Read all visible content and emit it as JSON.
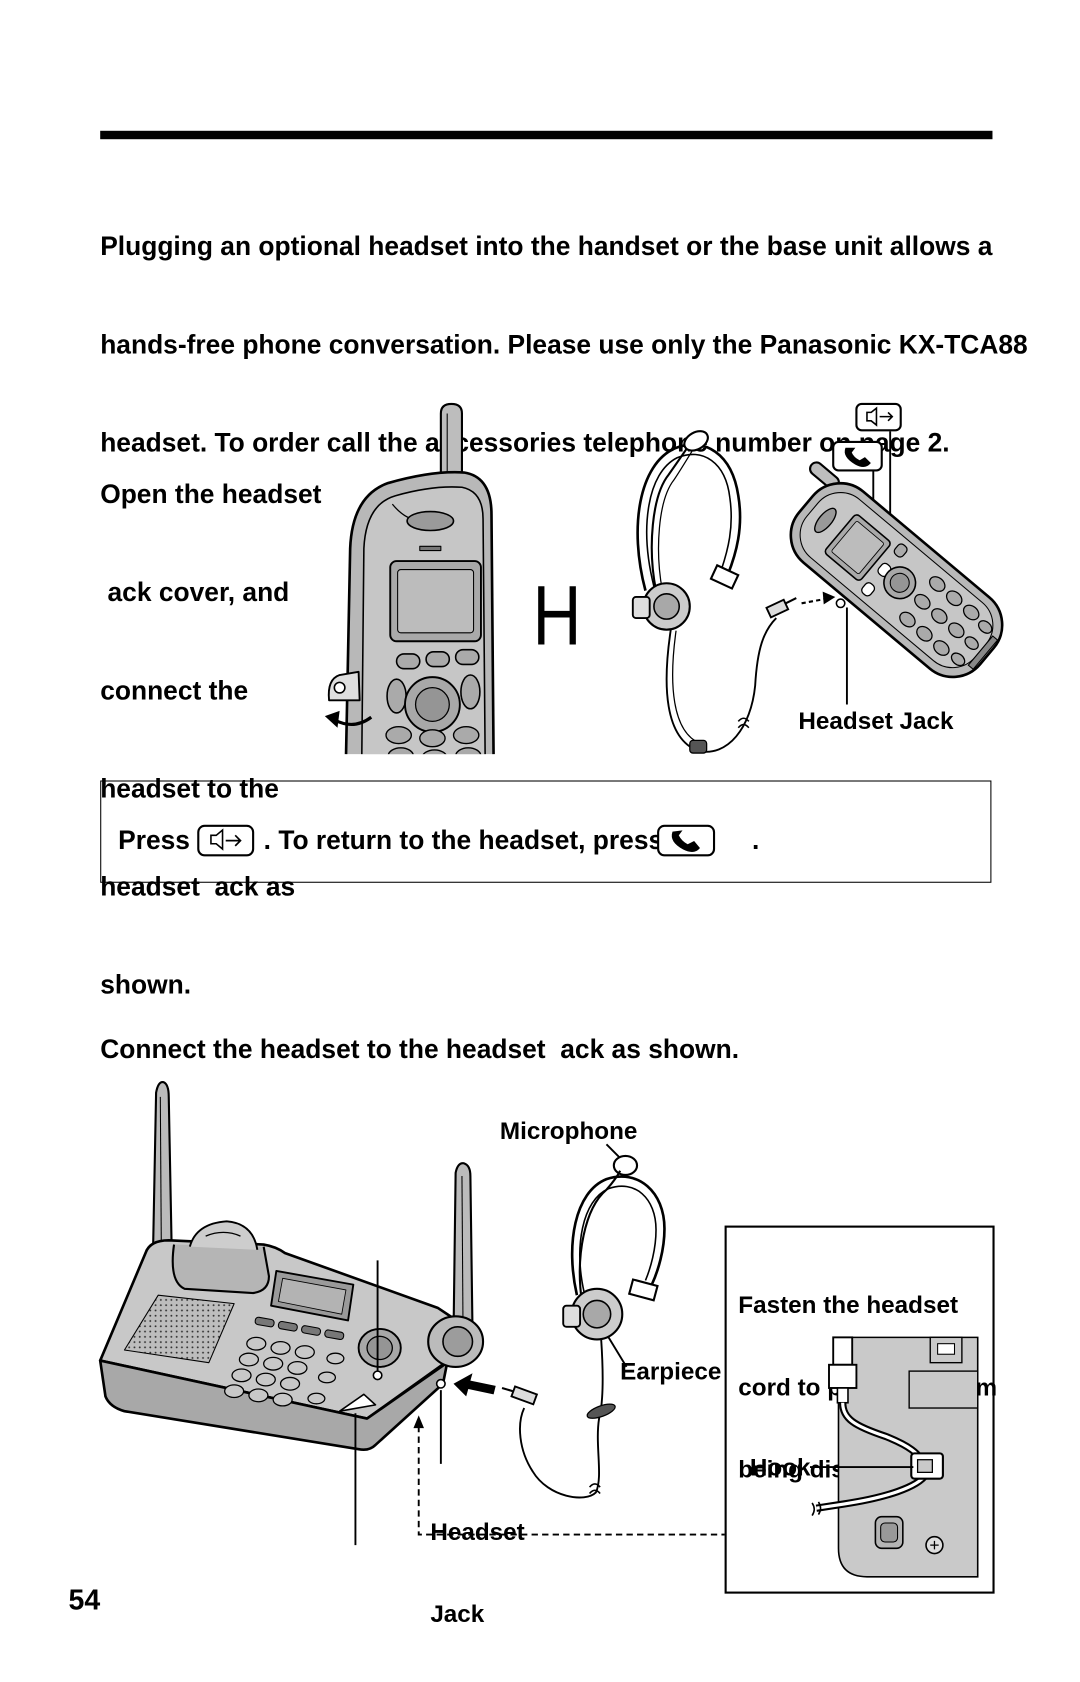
{
  "page": {
    "number": "54"
  },
  "intro": {
    "lines": [
      "Plugging an optional headset into the handset or the base unit allows a",
      "hands-free phone conversation. Please use only the Panasonic KX-TCA88",
      "headset. To order call the accessories telephone number on page 2."
    ]
  },
  "handset_section": {
    "instruction_lines": [
      "Open the headset",
      " ack cover, and",
      "connect the",
      "headset to the",
      "headset  ack as",
      "shown."
    ],
    "figure_letter": "H",
    "headset_jack_label": "Headset Jack",
    "icons": {
      "speaker_button": "speakerphone-icon",
      "talk_button": "talk-icon"
    }
  },
  "note_box": {
    "press_label": "Press",
    "return_text": ". To return to the headset, press",
    "end_text": ".",
    "icons": {
      "first": "speakerphone-icon",
      "second": "talk-icon"
    }
  },
  "base_section": {
    "instruction": "Connect the headset to the headset  ack as shown.",
    "microphone_label": "Microphone",
    "earpiece_label": "Earpiece",
    "headset_jack_label_lines": [
      "Headset",
      "Jack"
    ],
    "fasten_note_lines": [
      "Fasten the headset",
      "cord to prevent it from",
      "being disconnected."
    ],
    "hook_label": "Hook"
  },
  "colors": {
    "ink": "#000000",
    "paper": "#ffffff",
    "device_gray": "#b8b8b8",
    "panel_gray": "#c9c9c9"
  }
}
